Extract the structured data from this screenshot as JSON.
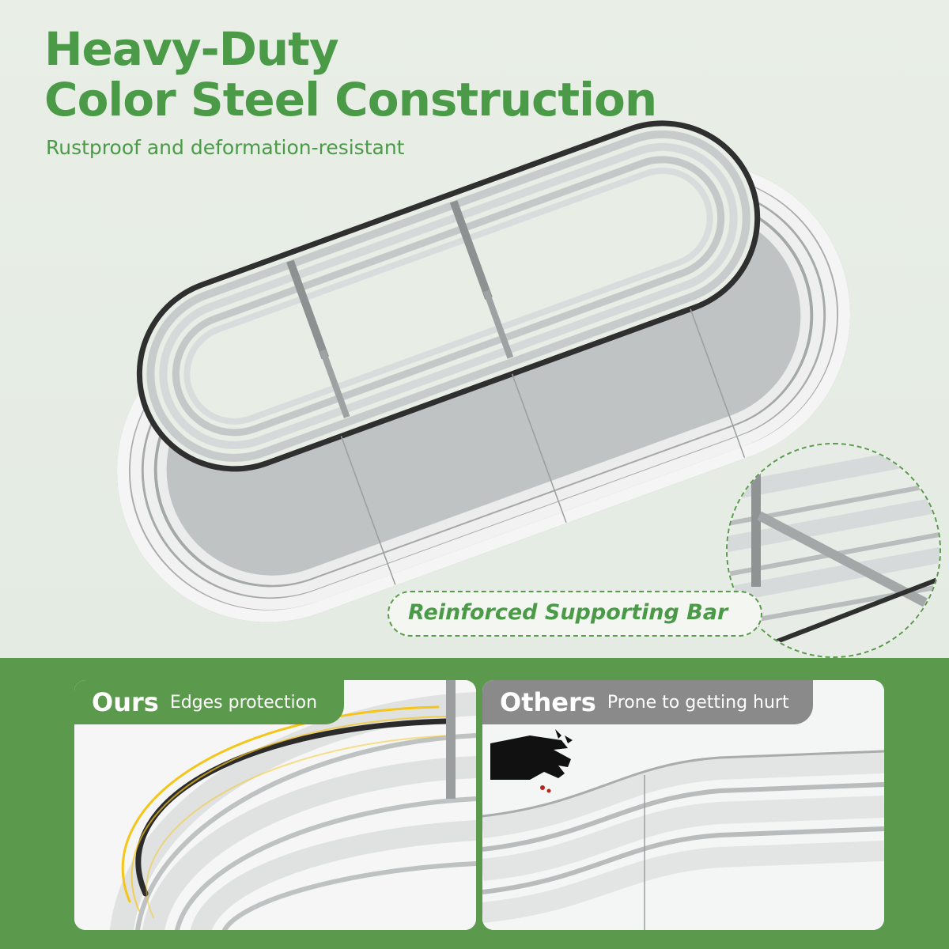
{
  "heading": {
    "line1": "Heavy-Duty",
    "line2": "Color Steel Construction",
    "subtitle": "Rustproof and deformation-resistant"
  },
  "callout": {
    "label": "Reinforced Supporting Bar"
  },
  "comparison": {
    "ours": {
      "title": "Ours",
      "description": "Edges protection"
    },
    "others": {
      "title": "Others",
      "description": "Prone to getting hurt"
    }
  },
  "colors": {
    "brand_green": "#4a9a48",
    "band_green": "#5b9a4c",
    "others_gray": "#8a8a8a",
    "highlight_yellow": "#f5c518"
  },
  "icons": [
    "raised-garden-bed-image",
    "support-bar-closeup-image",
    "edge-protection-image",
    "hurt-hand-icon",
    "sharp-edge-image"
  ]
}
